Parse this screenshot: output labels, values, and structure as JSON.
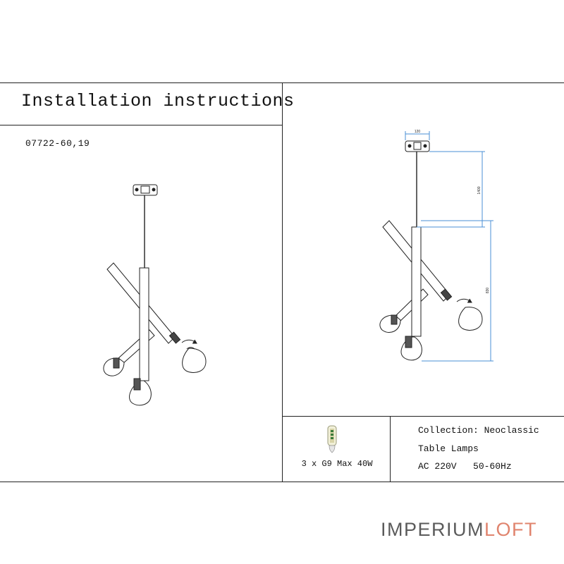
{
  "document": {
    "title": "Installation instructions",
    "model_number": "07722-60,19"
  },
  "bulb_spec": "3 x G9 Max 40W",
  "info": {
    "collection": "Collection: Neoclassic",
    "category": "Table Lamps",
    "voltage": "AC 220V",
    "frequency": "50-60Hz"
  },
  "dimensions": {
    "canopy_width": "120",
    "drop_length": "1400",
    "body_height": "830"
  },
  "brand": {
    "part1": "IMPERIUM",
    "part2": "LOFT",
    "accent_color": "#e0846e",
    "text_color": "#5b5b5b"
  },
  "dimension_color": "#4a8fd6"
}
